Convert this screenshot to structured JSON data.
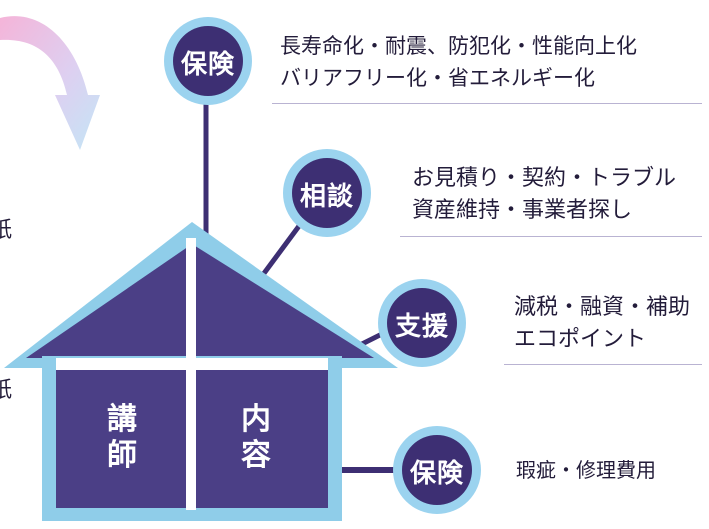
{
  "colors": {
    "badge_fill": "#3d2f73",
    "badge_ring": "#9bd3ef",
    "house_fill": "#4b3f86",
    "house_roof_edge": "#8fcde9",
    "connector": "#3d2f73",
    "arrow_light": "#bfe6f6",
    "arrow_pink": "#ef9ccb",
    "text": "#231c3a"
  },
  "house": {
    "left_label": [
      "講",
      "師"
    ],
    "right_label": [
      "内",
      "容"
    ]
  },
  "branches": [
    {
      "badge": "保険",
      "lines": [
        "長寿命化・耐震、防犯化・性能向上化",
        "バリアフリー化・省エネルギー化"
      ]
    },
    {
      "badge": "相談",
      "lines": [
        "お見積り・契約・トラブル",
        "資産維持・事業者探し"
      ]
    },
    {
      "badge": "支援",
      "lines": [
        "減税・融資・補助",
        "エコポイント"
      ]
    },
    {
      "badge": "保険",
      "lines": [
        "瑕疵・修理費用"
      ]
    }
  ],
  "edge_fragments": [
    "紙",
    "紙"
  ]
}
